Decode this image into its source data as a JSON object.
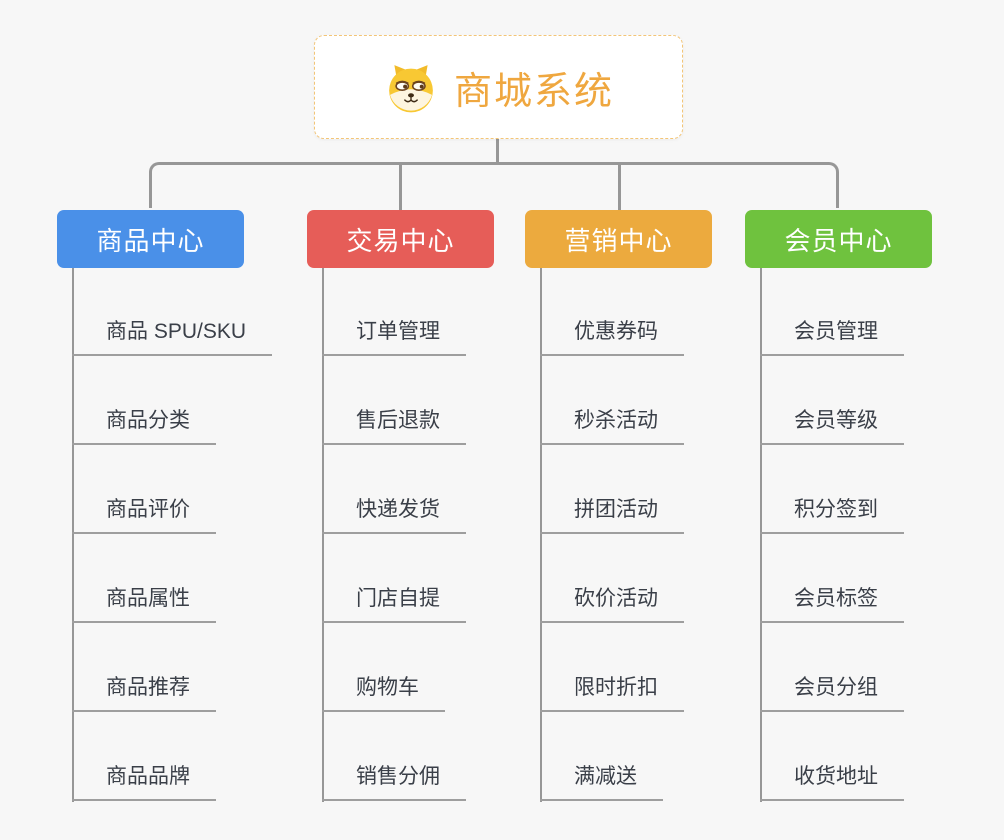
{
  "root": {
    "title": "商城系统",
    "icon": "dog-face-icon",
    "accent_color": "#efa73f"
  },
  "palette": {
    "background": "#f7f7f7",
    "connector": "#979797",
    "underline": "#9e9e9e",
    "leaf_text": "#3a3f48",
    "root_border": "#f3c577",
    "node_text": "#ffffff"
  },
  "branches": [
    {
      "label": "商品中心",
      "color": "#4a90e8",
      "items": [
        "商品 SPU/SKU",
        "商品分类",
        "商品评价",
        "商品属性",
        "商品推荐",
        "商品品牌"
      ]
    },
    {
      "label": "交易中心",
      "color": "#e65d58",
      "items": [
        "订单管理",
        "售后退款",
        "快递发货",
        "门店自提",
        "购物车",
        "销售分佣"
      ]
    },
    {
      "label": "营销中心",
      "color": "#ecaa3e",
      "items": [
        "优惠券码",
        "秒杀活动",
        "拼团活动",
        "砍价活动",
        "限时折扣",
        "满减送"
      ]
    },
    {
      "label": "会员中心",
      "color": "#6fc23e",
      "items": [
        "会员管理",
        "会员等级",
        "积分签到",
        "会员标签",
        "会员分组",
        "收货地址"
      ]
    }
  ]
}
